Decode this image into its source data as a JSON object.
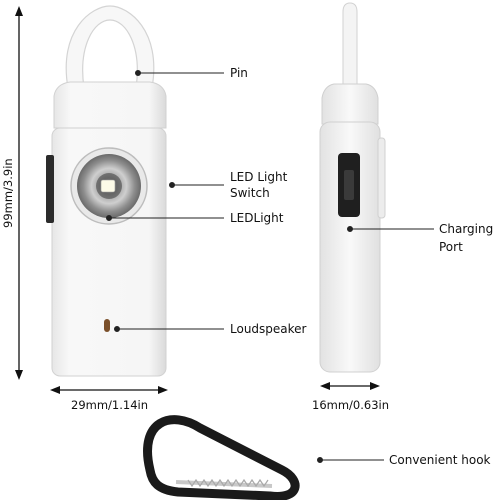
{
  "labels": {
    "pin": "Pin",
    "led_switch_line1": "LED Light",
    "led_switch_line2": "Switch",
    "led_light": "LEDLight",
    "loudspeaker": "Loudspeaker",
    "charging_line1": "Charging",
    "charging_line2": "Port",
    "hook": "Convenient hook"
  },
  "dimensions": {
    "height": "99mm/3.9in",
    "front_width": "29mm/1.14in",
    "side_width": "16mm/0.63in"
  },
  "colors": {
    "device_body": "#f4f4f4",
    "device_edge": "#d9d9d9",
    "leader_line": "#222222",
    "carabiner": "#1a1a1a",
    "gate": "#c8c8c8"
  }
}
